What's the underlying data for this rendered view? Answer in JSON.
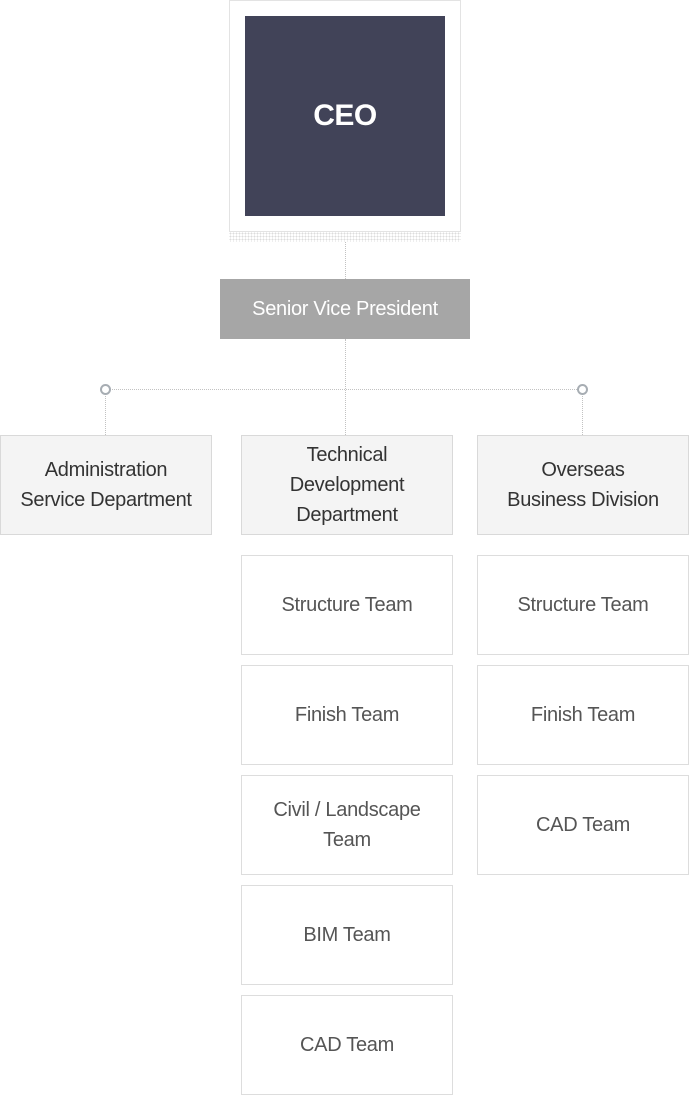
{
  "ceo": {
    "label": "CEO"
  },
  "senior_vice_president": {
    "label": "Senior Vice President"
  },
  "departments": [
    {
      "name_lines": [
        "Administration",
        "Service Department"
      ],
      "teams": []
    },
    {
      "name_lines": [
        "Technical",
        "Development",
        "Department"
      ],
      "teams": [
        "Structure Team",
        "Finish Team",
        "Civil / Landscape Team",
        "BIM Team",
        "CAD Team"
      ]
    },
    {
      "name_lines": [
        "Overseas",
        "Business Division"
      ],
      "teams": [
        "Structure Team",
        "Finish Team",
        "CAD Team"
      ]
    }
  ],
  "colors": {
    "ceo_fill": "#414358",
    "svp_fill": "#a6a6a6",
    "department_fill": "#f4f4f4",
    "team_border": "#dddddd",
    "connector": "#c2c2c2"
  }
}
